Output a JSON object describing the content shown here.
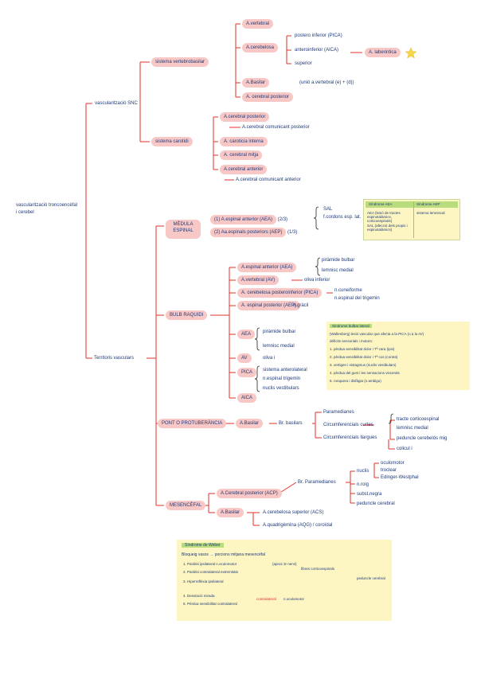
{
  "root": "vascularització troncoencèfal i cerebel",
  "vascularitzacio_snc": {
    "label": "vascularització SNC",
    "vertebrobasilar": {
      "label": "sistema vertebrobasilar",
      "vertebral": "A.vertebral",
      "cerebelosa": "A.cerebelosa",
      "posteroinferior": "postero inferior (PICA)",
      "anteroinferior": "anteroinferior (AICA)",
      "laberintica": "A. laberintica",
      "superior": "superior",
      "basilar": "A.Basilar",
      "basilar_note": "(unió a.vertebral (e) + (d))",
      "cerebral_posterior": "A. cerebral posterior"
    },
    "carotidi": {
      "label": "sistema carotidi",
      "cerebral_posterior": "A.cerebral posterior",
      "comunicant_posterior": "A.cerebral comunicant posterior",
      "caroticia_interna": "A. caroticia interna",
      "cerebral_mitja": "A. cerebral mitja",
      "cerebral_anterior": "A.cerebral anterior",
      "comunicant_anterior": "A.cerebral comunicant anterior"
    }
  },
  "territoris": {
    "label": "Territoris vasculars",
    "medulla": {
      "label": "MÈDULA ESPINAL",
      "row1": "(1) A.espinal anterior (AEA)",
      "row1_frac": "(2/3)",
      "row2": "(2) Aa.espinals posteriors (AEP)",
      "row2_frac": "(1/3)",
      "sal": "SAL",
      "cordons": "f.cordons esp. lat.",
      "table": {
        "headers": [
          "Síndrome AEA",
          "Síndrome AEP"
        ],
        "col1": [
          "AEA (lesió de tractes espinotalàmics, corticoespinals)",
          "SAL (afecció dels propis i espinotalàmics)"
        ],
        "col2": "sistema lemniscal"
      }
    },
    "bulb": {
      "label": "BULB RAQUIDI",
      "espinal_anterior": "A.espinal anterior (AEA)",
      "pir_bulbar": "piràmide bulbar",
      "lemnisc_medial": "lemnisc medial",
      "vertebral": "A.vertebral (AV)",
      "oliva": "oliva inferior",
      "cerebelosa_pi": "A. cerebelosa posteroinferior (PICA)",
      "n_cuneiforme": "n.cuneiforme",
      "n_espinal": "n.espinal del trigemin",
      "espinal_posterior": "A. espinal posterior (AEP)",
      "gracil": "n.gràcil",
      "aea": "AEA",
      "aea_a": "piràmide bulbar",
      "aea_b": "lemnisc medial",
      "av": "AV",
      "av_a": "oliva i",
      "pica": "PICA",
      "pica_a": "sistema anterolateral",
      "pica_b": "n.espinal trigemin",
      "pica_c": "nuclis vestibulars",
      "aica": "AICA",
      "note": {
        "title": "Síndrome bulbar lateral",
        "lines": [
          "(Wallenberg) lesió vascular que afecta a la PICA (o a la AV)",
          "déficits sensorials i motors:",
          "1. pèrdua sensibilitat dolor i Tª cara (ipsi)",
          "2. pèrdua sensibilitat dolor i Tª cos (contra)",
          "3. vertigen i nistagmus (nuclis vestibulars)",
          "4. pèrdua del gust i les sensacions viscerals",
          "5. ronquera i disfàgia (n.ambigu)"
        ]
      }
    },
    "pont": {
      "label": "PONT O PROTUBERÀNCIA",
      "basilar": "A.Basilar",
      "br_basilar": "Br. basilars",
      "paramedianes": "Paramedianes",
      "curtes": "Circumferencials curtes",
      "llargues": "Circumferencials llargues",
      "t1": "tracte corticoespinal",
      "t2": "lemnisc medial",
      "t3": "peduncle cerebelós mig",
      "colicul": "colicul i"
    },
    "mesencefal": {
      "label": "MESENCÈFAL",
      "cerebral_posterior": "A.Cerebral posterior (ACP)",
      "basilar": "A.Basilar",
      "br_paramedianes": "Br. Paramedianes",
      "nuclis": "nuclis",
      "oculomotor": "oculomotor",
      "troclear": "troclear",
      "edinger": "Edinger-Westphal",
      "n_roig": "n.roig",
      "subst": "subst.negra",
      "peduncle": "peduncle cerebral",
      "cerebelosa_sup": "A.cerebelosa superior (ACS)",
      "quadrigemina": "A.quadrigèmina (AQG) / coroïdal"
    }
  },
  "weber": {
    "title": "Síndrome de Weber",
    "intro": "Bloqueig vasos → porcions mitjana mesencèfal",
    "items": [
      "1. Paràlisi ipsilateral n.oculomotor",
      "2. Paràlisi contralateral extremitats",
      "3. Hiperreflèxia ipsilateral",
      "4. Desviació mirada",
      "5. Pèrdua sensibilitat contralateral"
    ],
    "brace1": "fibres corticoespinals",
    "brace2": "peduncle cerebral",
    "brace3": "n.oculomotor",
    "side": "(aprox 3r nervi)",
    "side2": "contralateral"
  }
}
